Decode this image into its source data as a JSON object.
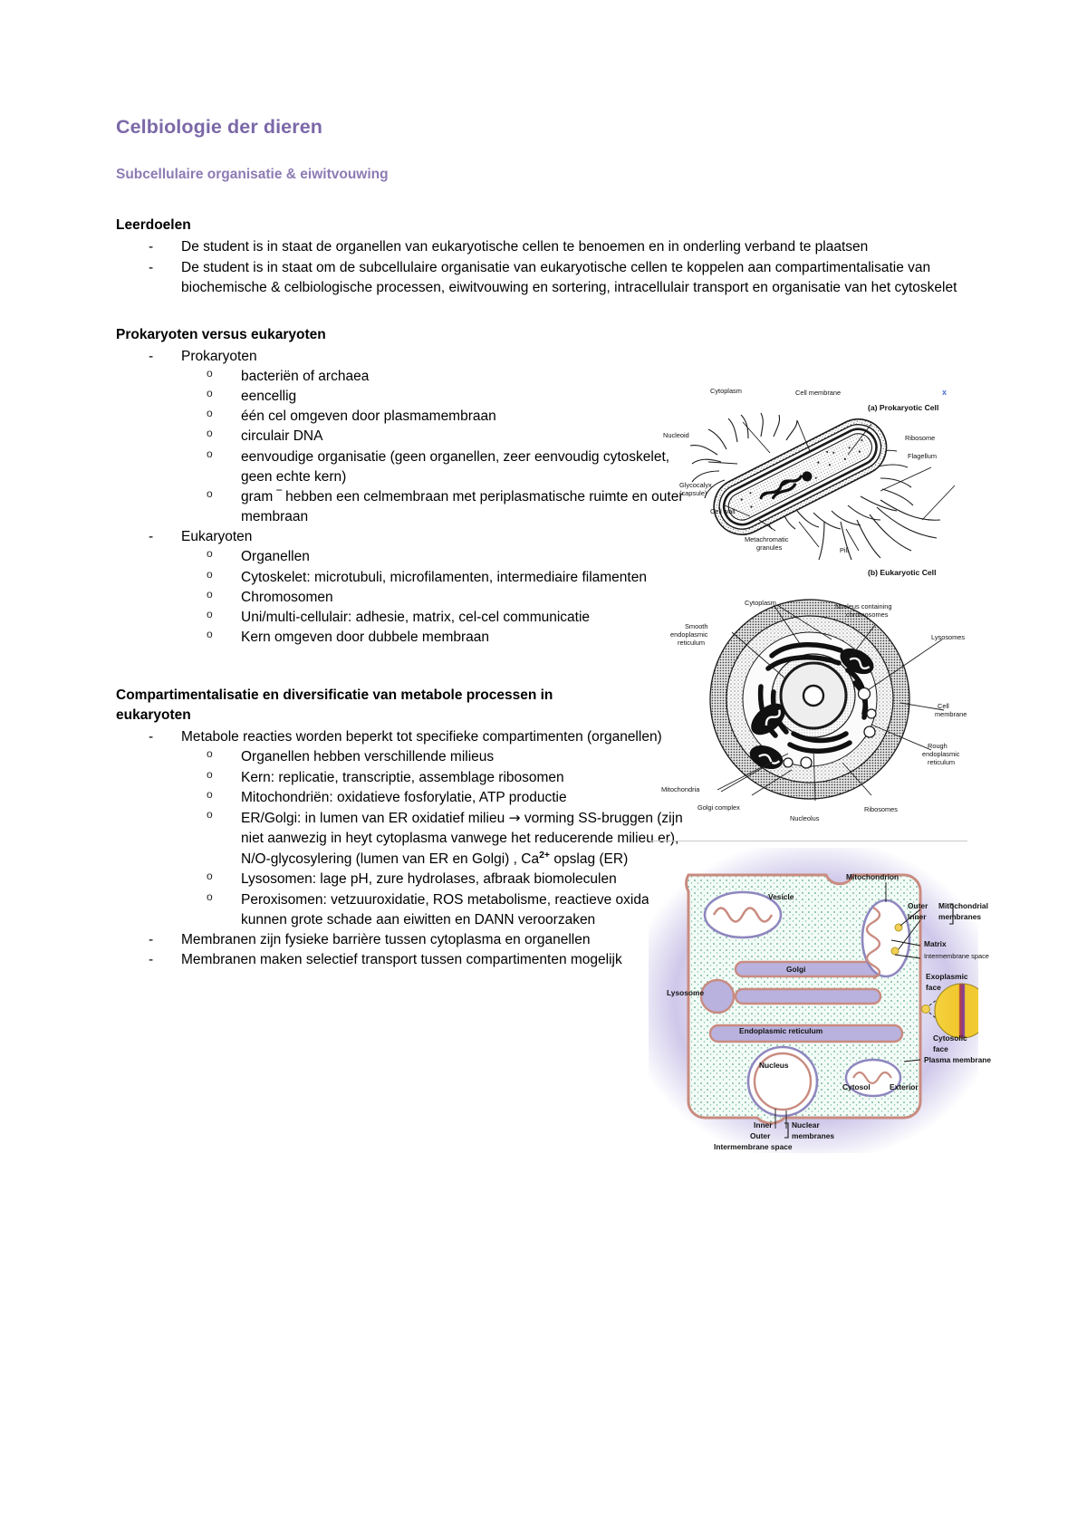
{
  "document": {
    "title": "Celbiologie der dieren",
    "subtitle": "Subcellulaire organisatie & eiwitvouwing"
  },
  "sections": [
    {
      "heading": "Leerdoelen",
      "items": [
        "De student is in staat de organellen van eukaryotische cellen te benoemen en in onderling verband te plaatsen",
        "De student is in staat om de subcellulaire organisatie van eukaryotische cellen te koppelen aan compartimentalisatie van biochemische & celbiologische processen, eiwitvouwing en sortering, intracellulair transport en organisatie van het cytoskelet"
      ]
    },
    {
      "heading": "Prokaryoten versus eukaryoten",
      "groups": [
        {
          "label": "Prokaryoten",
          "subitems": [
            "bacteriën of archaea",
            "eencellig",
            "één cel omgeven door plasmamembraan",
            "circulair DNA",
            "eenvoudige organisatie (geen organellen, zeer eenvoudig cytoskelet, geen echte kern)",
            "gram ‾ hebben een celmembraan met periplasmatische ruimte en outer membraan"
          ]
        },
        {
          "label": "Eukaryoten",
          "subitems": [
            "Organellen",
            "Cytoskelet: microtubuli, microfilamenten, intermediaire filamenten",
            "Chromosomen",
            "Uni/multi-cellulair: adhesie, matrix, cel-cel communicatie",
            "Kern omgeven door dubbele membraan"
          ]
        }
      ]
    },
    {
      "heading": "Compartimentalisatie en diversificatie van metabole processen in eukaryoten",
      "groups": [
        {
          "label": "Metabole reacties worden beperkt tot specifieke compartimenten (organellen)",
          "subitems": [
            "Organellen hebben verschillende milieus",
            "Kern: replicatie, transcriptie, assemblage ribosomen",
            "Mitochondriën: oxidatieve fosforylatie, ATP productie",
            "ER/Golgi: in lumen van ER oxidatief milieu → vorming SS-bruggen (zijn niet aanwezig in heyt cytoplasma vanwege het reducerende milieu er), N/O-glycosylering (lumen van ER en Golgi) , Ca2+ opslag (ER)",
            "Lysosomen: lage pH, zure hydrolases, afbraak biomoleculen",
            "Peroxisomen: vetzuuroxidatie, ROS metabolisme, reactieve oxidantien kunnen grote schade aan eiwitten en DANN veroorzaken"
          ]
        }
      ],
      "tail_items": [
        "Membranen zijn fysieke barrière tussen cytoplasma en organellen",
        "Membranen maken selectief transport tussen compartimenten mogelijk"
      ]
    }
  ],
  "er_golgi_line": {
    "part1": "ER/Golgi: in lumen van ER oxidatief milieu ",
    "arrow": "→",
    "part2": "vorming SS-bruggen (zijn niet aanwezig in heyt cytoplasma vanwege het reducerende milieu er), N/O-glycosylering (lumen van ER en Golgi) , Ca",
    "sup": "2+",
    "part3": " opslag (ER)"
  },
  "figures": {
    "cells": {
      "caption_a": "(a) Prokaryotic Cell",
      "caption_b": "(b) Eukaryotic Cell",
      "prokaryote_labels": [
        "Cytoplasm",
        "Cell membrane",
        "Nucleoid",
        "Ribosome",
        "Glycocalyx",
        "(capsule)",
        "Cell wall",
        "Flagellum",
        "Metachromatic",
        "granules",
        "Pili"
      ],
      "eukaryote_labels": [
        "Cytoplasm",
        "Nucleus containing",
        "chromosomes",
        "Smooth",
        "endoplasmic",
        "reticulum",
        "Lysosomes",
        "Cell",
        "membrane",
        "Rough",
        "endoplasmic",
        "reticulum",
        "Mitochondria",
        "Golgi complex",
        "Nucleolus",
        "Ribosomes"
      ],
      "marker": "x"
    },
    "organelle": {
      "labels": [
        "Mitochondrion",
        "Vesicle",
        "Outer",
        "Inner",
        "Mitochondrial",
        "membranes",
        "Matrix",
        "Intermembrane space",
        "Exoplasmic",
        "face",
        "Golgi",
        "Lysosome",
        "Cytosolic",
        "face",
        "Endoplasmic reticulum",
        "Plasma membrane",
        "Nucleus",
        "Cytosol",
        "Exterior",
        "Inner",
        "Outer",
        "Nuclear",
        "membranes",
        "Intermembrane space"
      ]
    }
  },
  "colors": {
    "title": "#7b68a8",
    "subtitle": "#8d7bb3",
    "membrane": "#c98b80",
    "cell_fill": "#f4fbf7",
    "halo": "#cfc8ea",
    "lipid_head": "#e8c23a"
  }
}
